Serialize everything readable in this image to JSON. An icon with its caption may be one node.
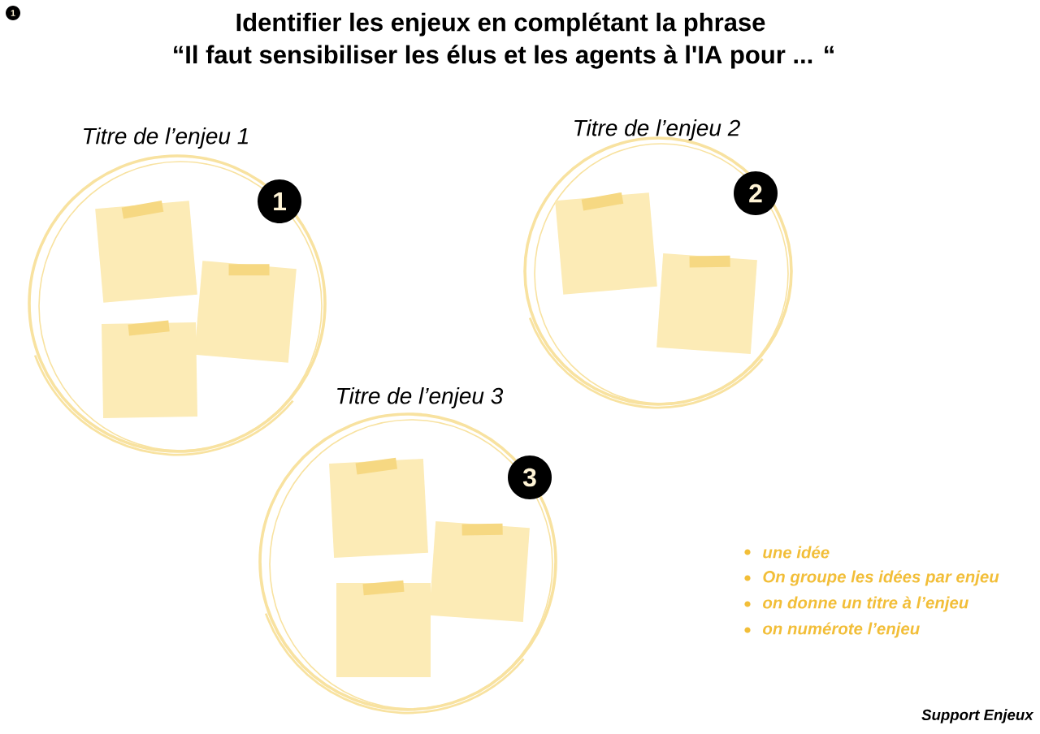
{
  "diagram": {
    "title": "Identifier les enjeux en complétant la phrase",
    "nodes": [
      {
        "text": [
          "1"
        ]
      },
      {
        "text": [
          "Titre de l’enjeu 1"
        ]
      },
      {
        "text": [],
        "shape": "note",
        "in": 1
      },
      {
        "text": [],
        "shape": "note",
        "in": 1
      },
      {
        "text": [],
        "shape": "note",
        "in": 1
      },
      {
        "text": [
          "1"
        ],
        "in": 1
      },
      {
        "text": [
          "Titre de l’enjeu 2"
        ]
      },
      {
        "text": [],
        "shape": "note",
        "in": 6
      },
      {
        "text": [],
        "shape": "note",
        "in": 6
      },
      {
        "text": [
          "2"
        ],
        "in": 6
      },
      {
        "text": [
          "Titre de l’enjeu 3"
        ]
      },
      {
        "text": [],
        "shape": "note",
        "in": 10
      },
      {
        "text": [],
        "shape": "note",
        "in": 10
      },
      {
        "text": [],
        "shape": "note",
        "in": 10
      },
      {
        "text": [
          "3"
        ],
        "in": 10
      }
    ],
    "labels": [
      "“Il faut sensibiliser les élus et les agents à l'IA pour ... “",
      "une idée",
      "On groupe les idées par enjeu",
      "on donne un titre à l’enjeu",
      "on numérote l’enjeu",
      "Support Enjeux"
    ]
  }
}
